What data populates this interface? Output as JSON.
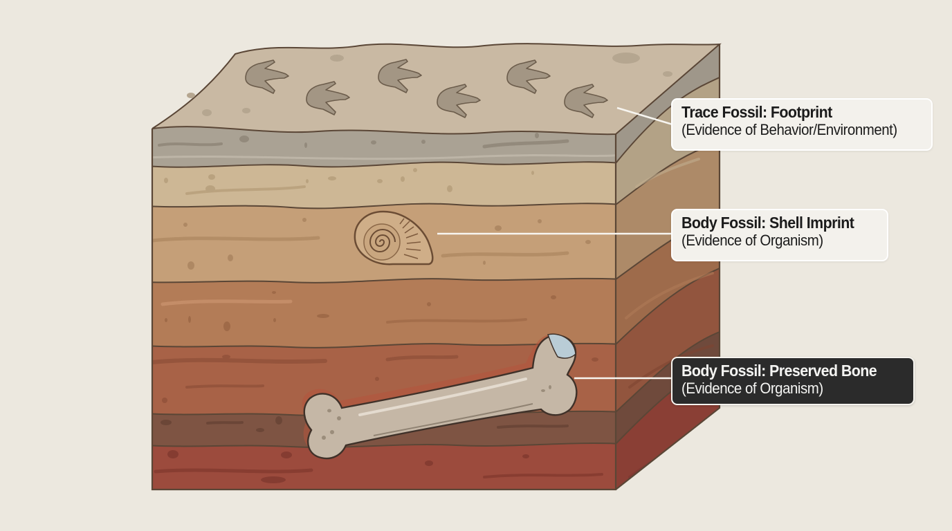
{
  "diagram": {
    "subject": "Block diagram of sedimentary rock layers showing fossil types",
    "colors": {
      "background": "#ece8df",
      "top_surface": "#c9b9a3",
      "layer_gray": "#aaa294",
      "layer_beige": "#cdb795",
      "layer_tan": "#c59f78",
      "layer_brown": "#b37c57",
      "layer_rust": "#a86247",
      "layer_dark_brown": "#7e5443",
      "layer_red": "#9c4b3d",
      "outline": "#5a4636",
      "label_light_bg": "#f3f1ec",
      "label_dark_bg": "#2b2b2b"
    },
    "icons": [
      "footprint-icon",
      "shell-imprint-icon",
      "bone-fossil-icon"
    ],
    "footprint_count": 6
  },
  "labels": [
    {
      "id": "trace-fossil-footprint",
      "title": "Trace Fossil: Footprint",
      "subtitle": "(Evidence of Behavior/Environment)",
      "style": "light"
    },
    {
      "id": "body-fossil-shell-imprint",
      "title": "Body Fossil: Shell Imprint",
      "subtitle": "(Evidence of Organism)",
      "style": "light"
    },
    {
      "id": "body-fossil-preserved-bone",
      "title": "Body Fossil: Preserved Bone",
      "subtitle": "(Evidence of Organism)",
      "style": "dark"
    }
  ]
}
